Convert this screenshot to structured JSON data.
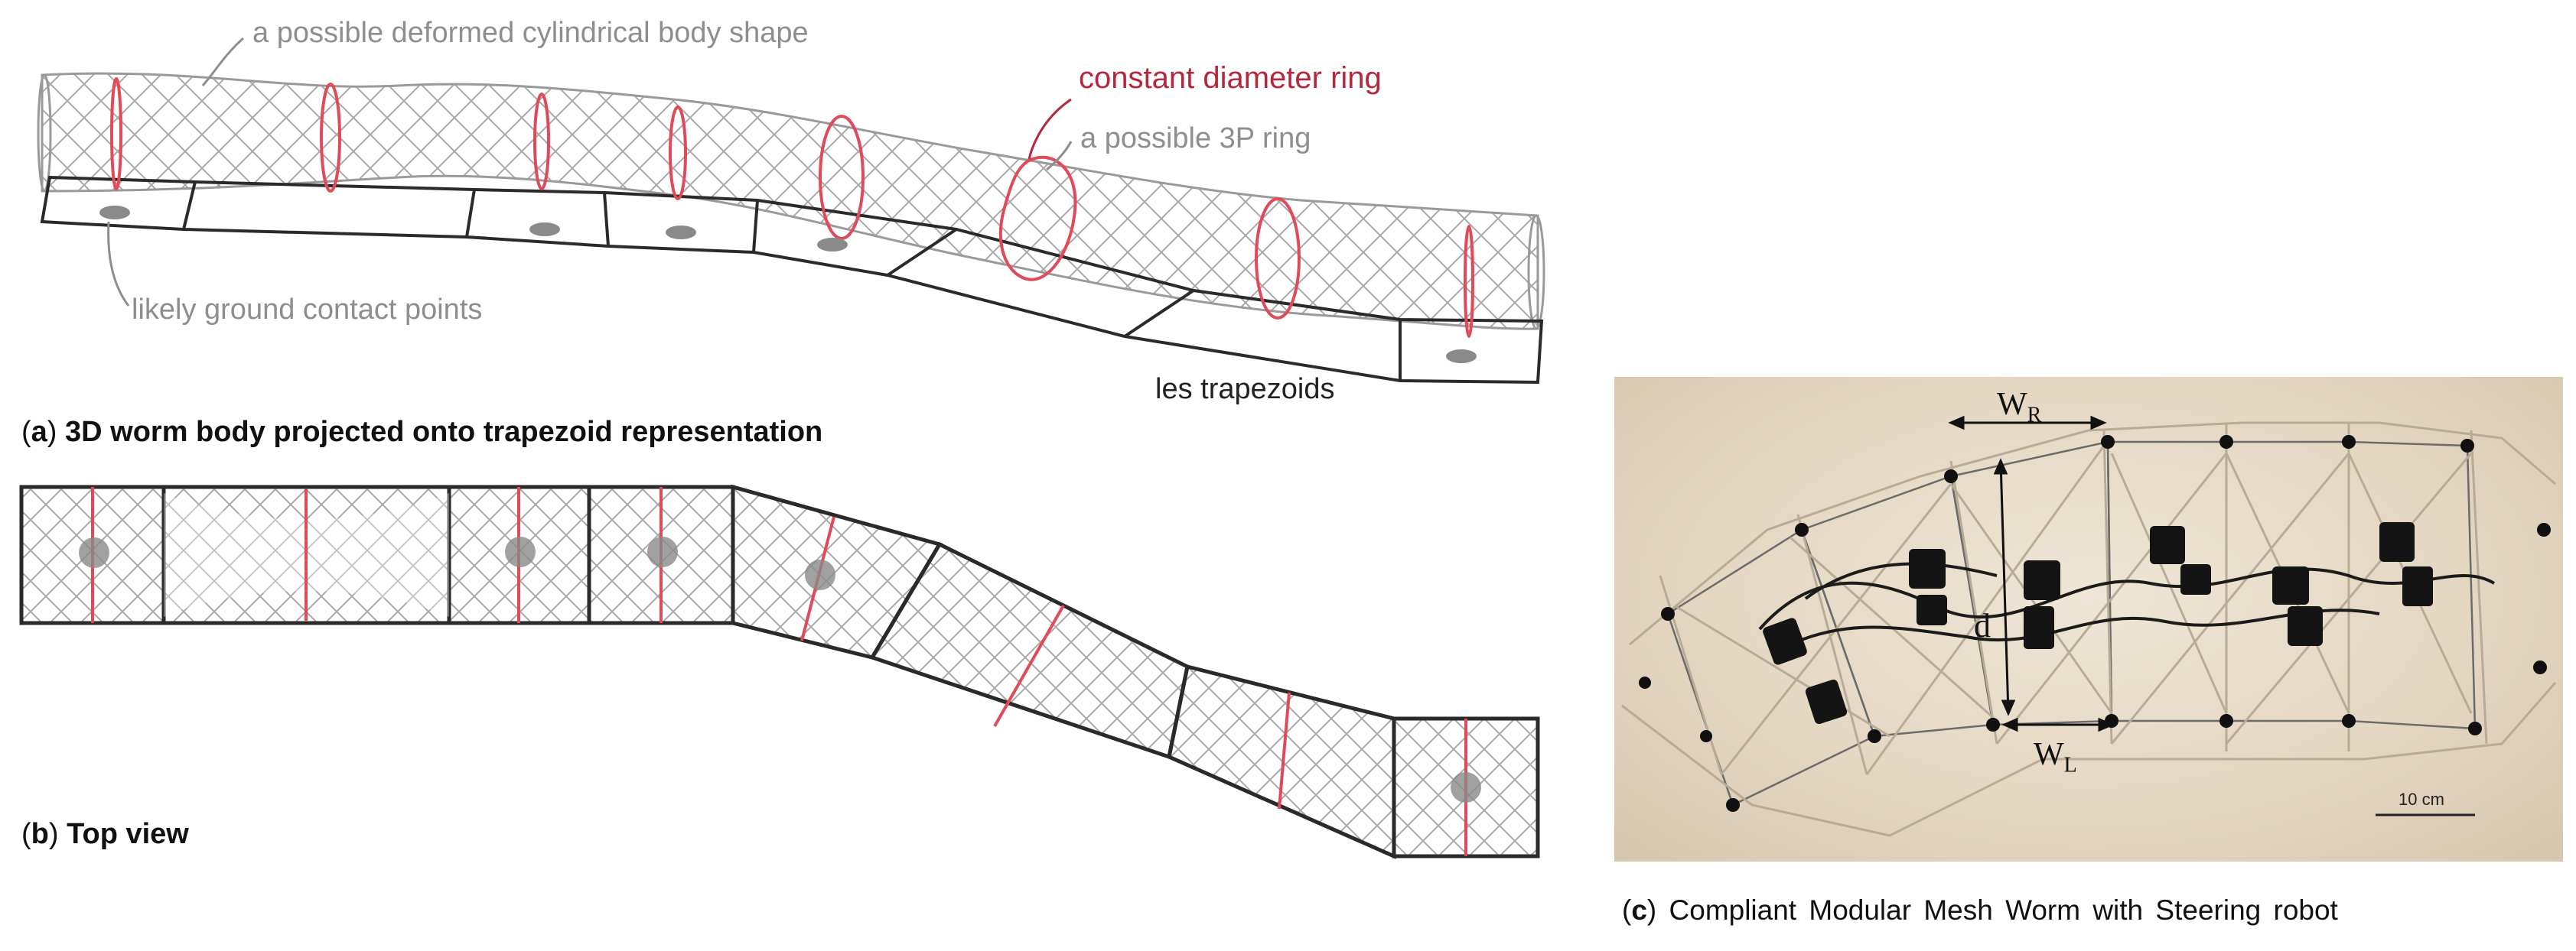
{
  "panel_a": {
    "annotations": {
      "deformed_body": "a possible deformed cylindrical body shape",
      "constant_ring": "constant diameter ring",
      "ring_3p": "a possible 3P ring",
      "ground_contact": "likely ground contact points",
      "trapezoids": "les trapezoids"
    },
    "caption_letter": "a",
    "caption_text": "3D worm body projected onto trapezoid representation"
  },
  "panel_b": {
    "caption_letter": "b",
    "caption_text": "Top view"
  },
  "panel_c": {
    "labels": {
      "w_r": "W",
      "w_r_sub": "R",
      "d": "d",
      "w_l": "W",
      "w_l_sub": "L",
      "scale": "10 cm"
    },
    "caption_letter": "c",
    "caption_text": "Compliant Modular Mesh Worm with Steering robot"
  },
  "colors": {
    "ring": "#e04b5a",
    "ring_text": "#b3283f",
    "mesh": "#a9a9a9",
    "outline": "#2a2a2a",
    "contact": "#8a8a8a"
  }
}
